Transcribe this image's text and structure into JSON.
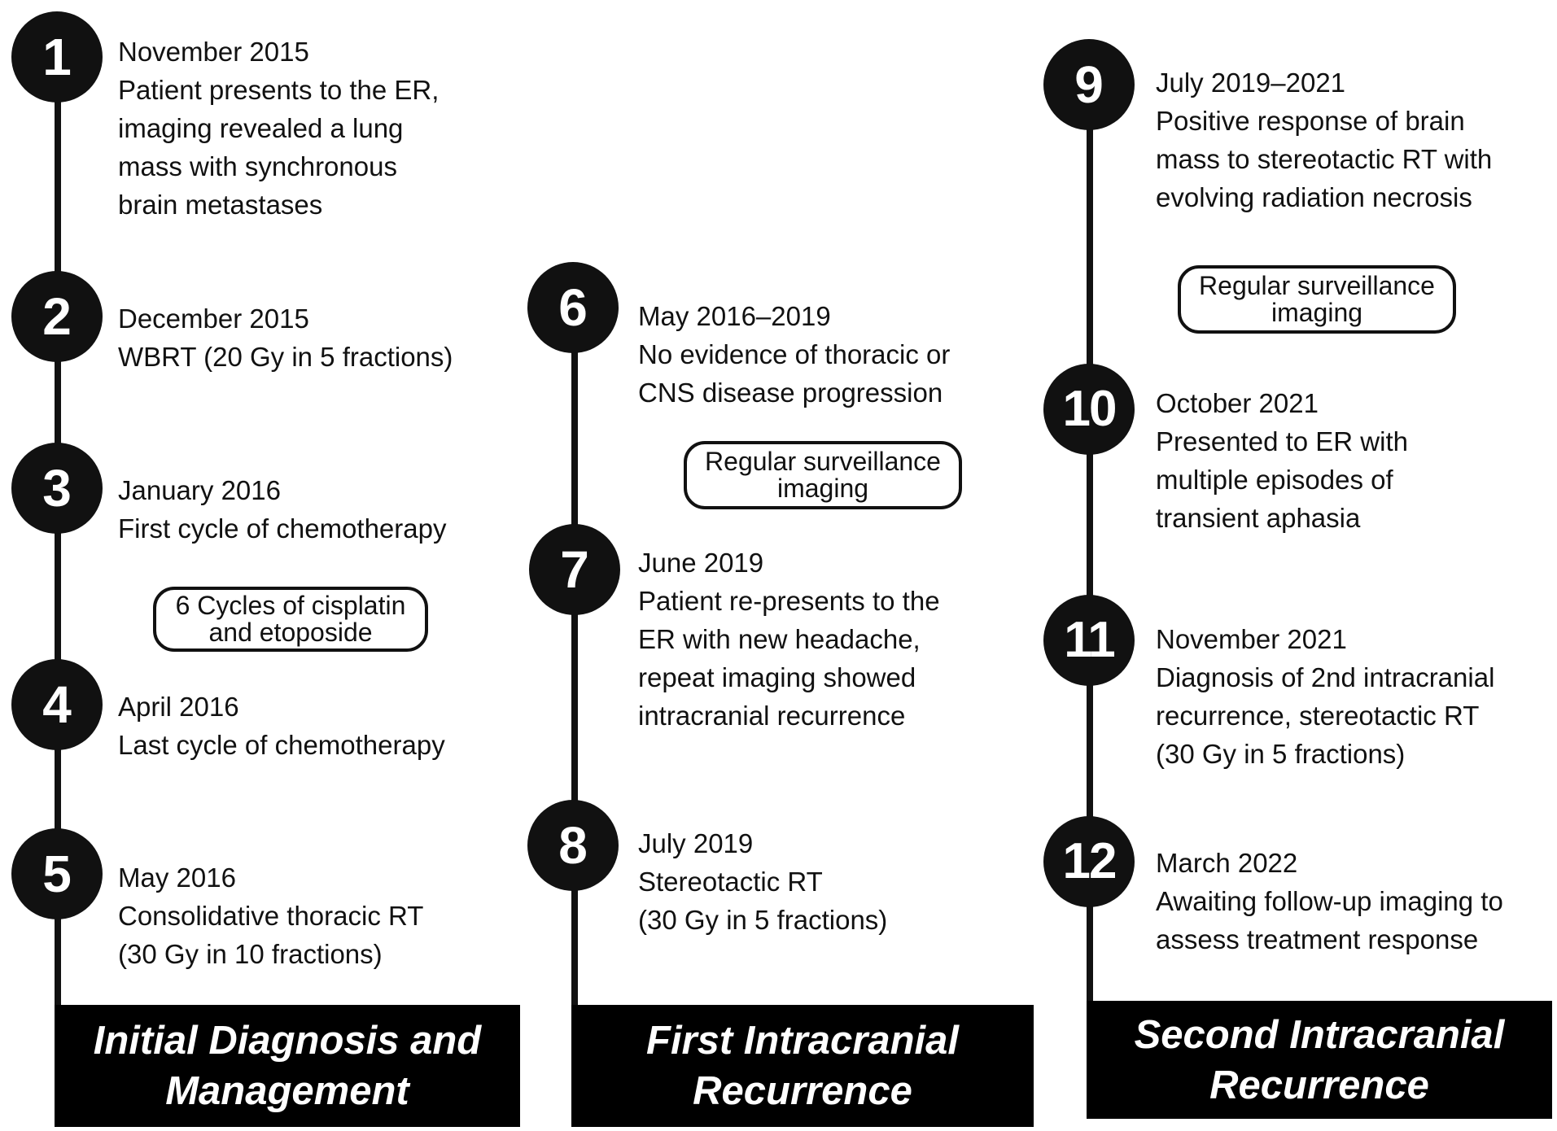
{
  "columns": [
    {
      "phase": [
        "Initial Diagnosis and",
        "Management"
      ],
      "events": [
        {
          "num": "1",
          "lines": [
            "November 2015",
            "Patient presents to the ER,",
            "imaging revealed a lung",
            "mass with synchronous",
            "brain metastases"
          ]
        },
        {
          "num": "2",
          "lines": [
            "December 2015",
            "WBRT (20 Gy in 5 fractions)"
          ]
        },
        {
          "num": "3",
          "lines": [
            "January 2016",
            "First cycle of chemotherapy"
          ]
        },
        {
          "num": "4",
          "lines": [
            "April 2016",
            "Last cycle of chemotherapy"
          ]
        },
        {
          "num": "5",
          "lines": [
            "May 2016",
            "Consolidative thoracic RT",
            "(30 Gy in 10 fractions)"
          ]
        }
      ],
      "pills": [
        [
          "6 Cycles of cisplatin",
          "and etoposide"
        ]
      ]
    },
    {
      "phase": [
        "First Intracranial",
        "Recurrence"
      ],
      "events": [
        {
          "num": "6",
          "lines": [
            "May 2016–2019",
            "No evidence of thoracic or",
            "CNS disease progression"
          ]
        },
        {
          "num": "7",
          "lines": [
            "June 2019",
            "Patient re-presents to the",
            "ER with new headache,",
            "repeat imaging showed",
            "intracranial recurrence"
          ]
        },
        {
          "num": "8",
          "lines": [
            "July 2019",
            "Stereotactic RT",
            "(30 Gy in 5 fractions)"
          ]
        }
      ],
      "pills": [
        [
          "Regular surveillance",
          "imaging"
        ]
      ]
    },
    {
      "phase": [
        "Second Intracranial",
        "Recurrence"
      ],
      "events": [
        {
          "num": "9",
          "lines": [
            "July 2019–2021",
            "Positive response of brain",
            "mass to stereotactic RT with",
            "evolving radiation necrosis"
          ]
        },
        {
          "num": "10",
          "lines": [
            "October 2021",
            "Presented to ER with",
            "multiple episodes of",
            "transient aphasia"
          ]
        },
        {
          "num": "11",
          "lines": [
            "November 2021",
            "Diagnosis of 2nd intracranial",
            "recurrence, stereotactic RT",
            "(30 Gy in 5 fractions)"
          ]
        },
        {
          "num": "12",
          "lines": [
            "March 2022",
            "Awaiting follow-up imaging to",
            "assess treatment response"
          ]
        }
      ],
      "pills": [
        [
          "Regular surveillance",
          "imaging"
        ]
      ]
    }
  ]
}
